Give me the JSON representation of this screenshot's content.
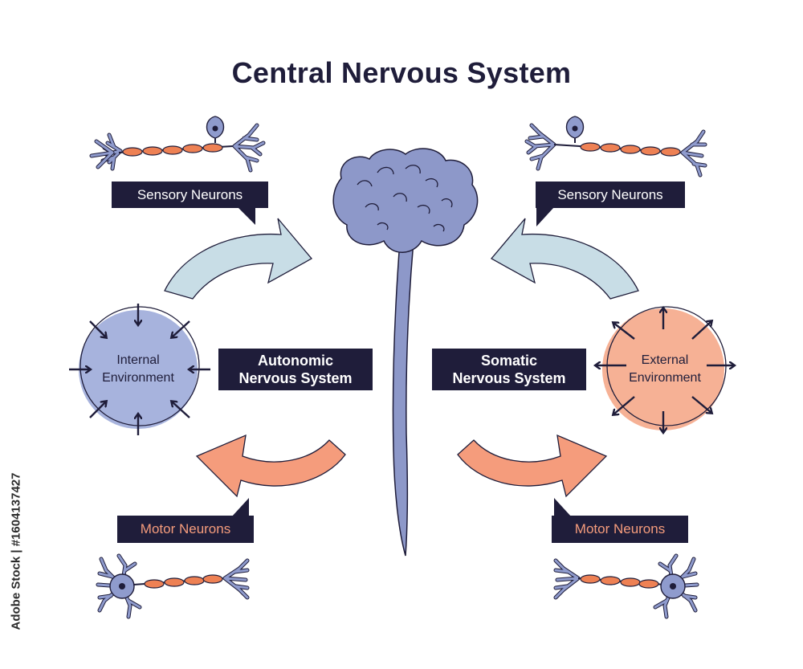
{
  "title": "Central Nervous System",
  "labels": {
    "sensory_left": "Sensory Neurons",
    "sensory_right": "Sensory Neurons",
    "motor_left": "Motor Neurons",
    "motor_right": "Motor Neurons",
    "autonomic_line1": "Autonomic",
    "autonomic_line2": "Nervous System",
    "somatic_line1": "Somatic",
    "somatic_line2": "Nervous System",
    "internal_line1": "Internal",
    "internal_line2": "Environment",
    "external_line1": "External",
    "external_line2": "Environment"
  },
  "watermark": "Adobe Stock | #1604137427",
  "colors": {
    "dark": "#1f1d3a",
    "brain": "#8d98c9",
    "internal_env": "#a7b3dd",
    "external_env": "#f6b195",
    "sensory_arrow": "#c8dde6",
    "motor_arrow": "#f59c7c",
    "axon_segment": "#ee8154",
    "neuron_body": "#8f9bcd"
  },
  "icons": [
    "brain-icon",
    "spinal-cord-icon",
    "sensory-neuron-icon",
    "motor-neuron-icon",
    "arrow-icon"
  ]
}
